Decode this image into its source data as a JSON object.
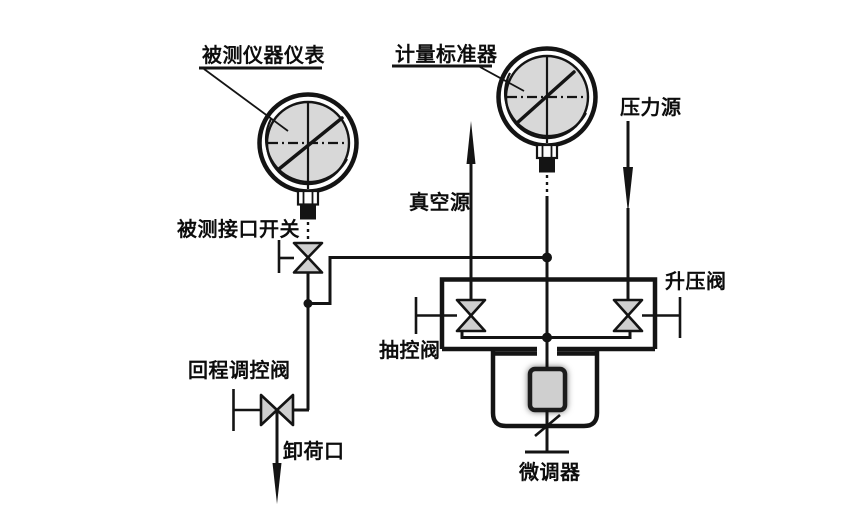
{
  "labels": {
    "device_under_test": "被测仪器仪表",
    "measurement_standard": "计量标准器",
    "pressure_source": "压力源",
    "vacuum_source": "真空源",
    "test_port_switch": "被测接口开关",
    "boost_valve": "升压阀",
    "suction_control_valve": "抽控阀",
    "return_control_valve": "回程调控阀",
    "unload_port": "卸荷口",
    "fine_adjuster": "微调器"
  },
  "colors": {
    "line": "#141414",
    "gauge_face": "#d8d8d8",
    "valve_fill": "#cfcfcf",
    "background": "#ffffff"
  }
}
